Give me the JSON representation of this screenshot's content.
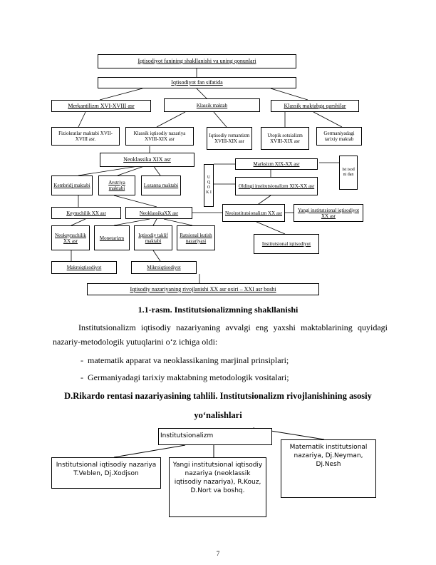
{
  "diagram1": {
    "title": "Iqtisodiyot fanining shakllanishi va uning qonunlari",
    "subject": "Iqtisodiyot fan sifatida",
    "mercantilism": "Merkantilizm  XVI-XVIII asr",
    "classical": "Klassik maktab",
    "classical_followers": "Klassik maktabga qarshilar",
    "physiocrats": "Fiziokratlar maktabi XVII-XVIII asr.",
    "classical_econ": "Klassik iqtisodiy nazariya XVIII-XIX asr",
    "romanticism": "Iqtisodiy romantizm XVIII-XIX asr",
    "utopian_socialism": "Utopik sotsializm XVIII-XIX asr",
    "german_historical": "Germaniyadagi tarixiy maktab",
    "neoclassics": "Neoklassika XIX asr",
    "side_vertical": "U Q O K I",
    "side_right": "Ist isod ni dan",
    "marxism": "Marksizm XIX-XX asr",
    "tarixiy_institutsionalizm": "Oldingi institutsionalizm XIX-XX asr",
    "cambridge": "Kembridj maktabi",
    "austria": "Avstriya maktabi",
    "lausanne": "Lozanna maktabi",
    "keynesianism": "Keynschilik XX asr",
    "neoclassical_xx": "NeoklassikaXX asr",
    "neoinstitutionalism": "Neoinstitutsionalizm XX asr",
    "new_institutional": "Yangi institutsional iqtisodiyot XX asr",
    "neokeynesianism": "Neokeynschilik XX asr",
    "monetarism": "Monetarizm",
    "supply_side": "Iqtisodiy taklif maktabi",
    "rational_expectations": "Ratsional kutish nazariyasi",
    "institutional_economics": "Institutsional iqtisodiyot",
    "macroeconomics": "Makroiqtisodiyot",
    "microeconomics": "Mikroiqtisodiyot",
    "bottom": "Iqtisodiy nazariyaning rivojlanishi XX asr oxiri – XXI asr boshi"
  },
  "caption": "1.1-rasm. Institutsionalizmning shakllanishi",
  "paragraph": "Institutsionalizm      iqtisodiy      nazariyaning      avvalgi      eng      yaxshi maktablarining quyidagi nazariy-metodologik yutuqlarini o‘z ichiga oldi:",
  "bullets": [
    "matematik apparat va neoklassikaning marjinal prinsiplari;",
    "Germaniyadagi tarixiy maktabning metodologik vositalari;"
  ],
  "heading_line1": "D.Rikardo rentasi nazariyasining tahlili. Institutsionalizm rivojlanishining asosiy",
  "heading_line2": "yo‘nalishlari",
  "diagram2": {
    "root": "Institutsionalizm",
    "left": "Institutsional iqtisodiy nazariya T.Veblen, Dj.Xodjson",
    "middle": "Yangi institutsional iqtisodiy nazariya (neoklassik iqtisodiy nazariya), R.Kouz, D.Nort va boshq.",
    "right": "Matematik institutsional nazariya, Dj.Neyman, Dj.Nesh"
  },
  "page_number": "7"
}
